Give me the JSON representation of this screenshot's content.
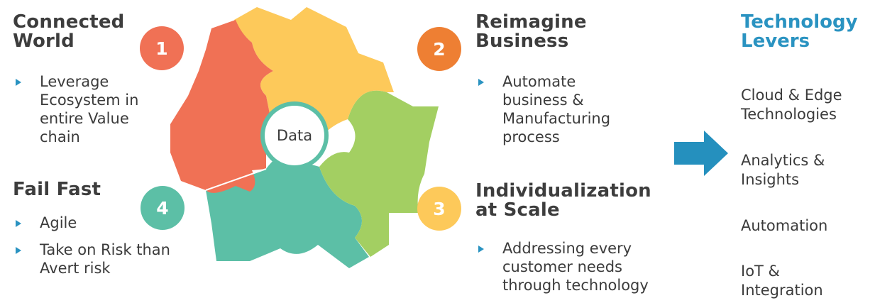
{
  "sections": [
    {
      "number": "1",
      "title_lines": [
        "Connected",
        "World"
      ],
      "color": "#f07155",
      "bullets": [
        [
          "Leverage",
          "Ecosystem in",
          "entire Value",
          "chain"
        ]
      ]
    },
    {
      "number": "2",
      "title_lines": [
        "Reimagine",
        "Business"
      ],
      "color": "#ee7f33",
      "bullets": [
        [
          "Automate",
          "business &",
          "Manufacturing",
          "process"
        ]
      ]
    },
    {
      "number": "3",
      "title_lines": [
        "Individualization",
        "at Scale"
      ],
      "color": "#fdc95a",
      "bullets": [
        [
          "Addressing every",
          "customer needs",
          "through technology"
        ]
      ]
    },
    {
      "number": "4",
      "title_lines": [
        "Fail Fast"
      ],
      "color": "#5cbfa6",
      "bullets": [
        [
          "Agile"
        ],
        [
          "Take on Risk than",
          "Avert risk"
        ]
      ]
    }
  ],
  "center_label": "Data",
  "puzzle_colors": {
    "red": "#f07155",
    "yellow": "#fdc95a",
    "green": "#a3cf62",
    "teal": "#5cbfa6"
  },
  "technology": {
    "title_lines": [
      "Technology",
      "Levers"
    ],
    "items": [
      [
        "Cloud & Edge",
        "Technologies"
      ],
      [
        "Analytics &",
        "Insights"
      ],
      [
        "Automation"
      ],
      [
        "IoT &",
        "Integration"
      ]
    ]
  },
  "arrow_color": "#2590be",
  "bullet_color": "#2a93c1"
}
